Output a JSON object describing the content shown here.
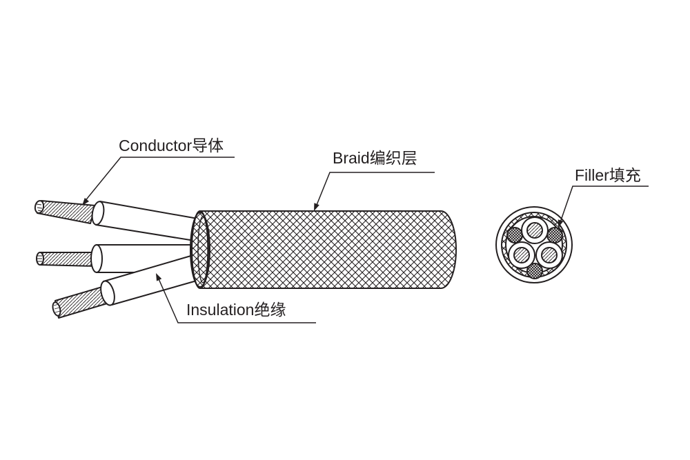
{
  "labels": {
    "conductor": "Conductor导体",
    "braid": "Braid编织层",
    "filler": "Filler填充",
    "insulation": "Insulation绝缘"
  },
  "colors": {
    "line": "#231f20",
    "background": "#ffffff"
  }
}
